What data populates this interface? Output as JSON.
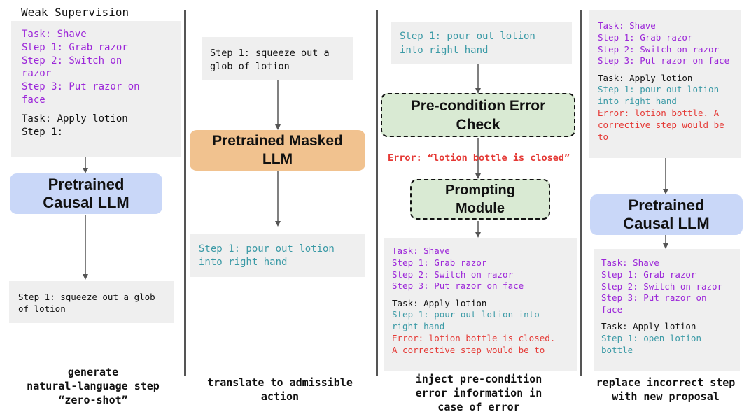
{
  "section_title": "Weak Supervision",
  "col1": {
    "prompt_lines": [
      {
        "text": "Task: Shave",
        "color": "purple"
      },
      {
        "text": "Step 1: Grab razor",
        "color": "purple"
      },
      {
        "text": "Step 2: Switch on",
        "color": "purple"
      },
      {
        "text": "razor",
        "color": "purple"
      },
      {
        "text": "Step 3: Put razor on",
        "color": "purple"
      },
      {
        "text": "face",
        "color": "purple"
      },
      {
        "text": "",
        "color": "black"
      },
      {
        "text": "Task: Apply lotion",
        "color": "black"
      },
      {
        "text": "Step 1:",
        "color": "black"
      }
    ],
    "llm_line1": "Pretrained",
    "llm_line2": "Causal LLM",
    "output_line1": "Step 1: squeeze out a glob",
    "output_line2": "of lotion",
    "caption_line1": "generate",
    "caption_line2": "natural-language step",
    "caption_line3": "“zero-shot”"
  },
  "col2": {
    "input_line1": "Step 1: squeeze out a",
    "input_line2": "glob of lotion",
    "llm_line1": "Pretrained Masked",
    "llm_line2": "LLM",
    "output_line1": "Step 1: pour out lotion",
    "output_line2": "into right hand",
    "caption_line1": "translate to admissible",
    "caption_line2": "action"
  },
  "col3": {
    "input_line1": "Step 1: pour out lotion",
    "input_line2": "into right hand",
    "check_line1": "Pre-condition Error",
    "check_line2": "Check",
    "error_text": "Error: “lotion bottle is closed”",
    "prompting_line1": "Prompting",
    "prompting_line2": "Module",
    "prompt_lines": [
      {
        "text": "Task: Shave",
        "color": "purple"
      },
      {
        "text": "Step 1: Grab razor",
        "color": "purple"
      },
      {
        "text": "Step 2: Switch on razor",
        "color": "purple"
      },
      {
        "text": "Step 3: Put razor on face",
        "color": "purple"
      },
      {
        "text": "",
        "color": "black"
      },
      {
        "text": "Task: Apply lotion",
        "color": "black"
      },
      {
        "text": "Step 1: pour out lotion into",
        "color": "teal"
      },
      {
        "text": "right hand",
        "color": "teal"
      },
      {
        "text": "Error: lotion bottle is closed.",
        "color": "red"
      },
      {
        "text": "A corrective step would be to",
        "color": "red"
      }
    ],
    "caption_line1": "inject pre-condition",
    "caption_line2": "error information in",
    "caption_line3": "case of error"
  },
  "col4": {
    "input_lines": [
      {
        "text": "Task: Shave",
        "color": "purple"
      },
      {
        "text": "Step 1: Grab razor",
        "color": "purple"
      },
      {
        "text": "Step 2: Switch on razor",
        "color": "purple"
      },
      {
        "text": "Step 3: Put razor on face",
        "color": "purple"
      },
      {
        "text": "",
        "color": "black"
      },
      {
        "text": "Task: Apply lotion",
        "color": "black"
      },
      {
        "text": "Step 1: pour out lotion",
        "color": "teal"
      },
      {
        "text": "into right hand",
        "color": "teal"
      },
      {
        "text": "Error: lotion bottle. A",
        "color": "red"
      },
      {
        "text": "corrective step would be",
        "color": "red"
      },
      {
        "text": "to",
        "color": "red"
      }
    ],
    "llm_line1": "Pretrained",
    "llm_line2": "Causal LLM",
    "output_lines": [
      {
        "text": "Task: Shave",
        "color": "purple"
      },
      {
        "text": "Step 1: Grab razor",
        "color": "purple"
      },
      {
        "text": "Step 2: Switch on razor",
        "color": "purple"
      },
      {
        "text": "Step 3: Put razor on",
        "color": "purple"
      },
      {
        "text": "face",
        "color": "purple"
      },
      {
        "text": "",
        "color": "black"
      },
      {
        "text": "Task: Apply lotion",
        "color": "black"
      },
      {
        "text": "Step 1: open lotion",
        "color": "teal"
      },
      {
        "text": "bottle",
        "color": "teal"
      }
    ],
    "caption_line1": "replace incorrect step",
    "caption_line2": "with new proposal"
  },
  "colors": {
    "purple": "#9c27d9",
    "teal": "#3b9aa6",
    "red": "#e53935",
    "causal_llm_fill": "#c9d7f8",
    "masked_llm_fill": "#f1c28f",
    "check_fill": "#d9ead3",
    "separator": "#555555",
    "box_fill": "#efefef"
  }
}
